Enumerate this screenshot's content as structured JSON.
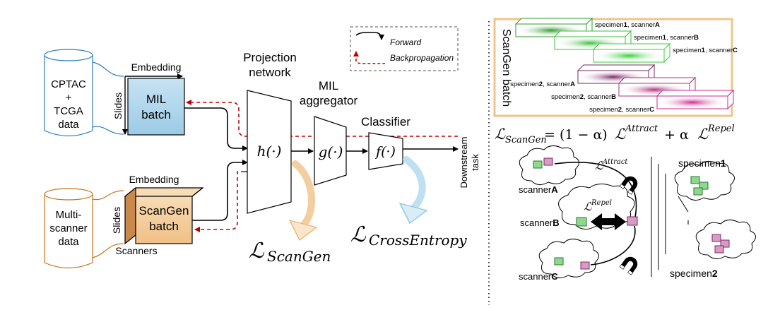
{
  "legend": {
    "forward": "Forward",
    "backprop": "Backpropagation"
  },
  "sources": {
    "top_lines": [
      "CPTAC",
      "+",
      "TCGA",
      "data"
    ],
    "bottom_lines": [
      "Multi-",
      "scanner",
      "data"
    ]
  },
  "mil_batch": {
    "embedding_label": "Embedding",
    "slides_label": "Slides",
    "lines": [
      "MIL",
      "batch"
    ],
    "color": "#aed6ec"
  },
  "scangen_batch": {
    "embedding_label": "Embedding",
    "slides_label": "Slides",
    "scanners_label": "Scanners",
    "lines": [
      "ScanGen",
      "batch"
    ],
    "color": "#f5cfa0"
  },
  "pipeline": {
    "projection_lines": [
      "Projection",
      "network"
    ],
    "projection_fn": "h(·)",
    "mil_agg_lines": [
      "MIL",
      "aggregator"
    ],
    "mil_agg_fn": "g(·)",
    "classifier_label": "Classifier",
    "classifier_fn": "f(·)",
    "output_lines": [
      "Downstream",
      "task"
    ]
  },
  "losses": {
    "scangen": "ScanGen",
    "cross_entropy": "CrossEntropy"
  },
  "batch_panel": {
    "title": "ScanGen batch",
    "rows": [
      {
        "specimen": "1",
        "scanner": "A",
        "color": "#2f9a2f"
      },
      {
        "specimen": "1",
        "scanner": "B",
        "color": "#3bbf3b"
      },
      {
        "specimen": "1",
        "scanner": "C",
        "color": "#36cf36"
      },
      {
        "specimen": "2",
        "scanner": "A",
        "color": "#7b2a66"
      },
      {
        "specimen": "2",
        "scanner": "B",
        "color": "#b0307f"
      },
      {
        "specimen": "2",
        "scanner": "C",
        "color": "#cc2a8c"
      }
    ]
  },
  "equation": {
    "lhs_sub": "ScanGen",
    "middle": " = (1 − α)",
    "attract": "Attract",
    "plus": " + α",
    "repel": "Repel"
  },
  "bottom_panel": {
    "scanner_a": "A",
    "scanner_b": "B",
    "scanner_c": "C",
    "scanner_word": "scanner",
    "specimen_word": "specimen",
    "specimen_1": "1",
    "specimen_2": "2",
    "attract_sup": "Attract",
    "repel_sup": "Repel"
  }
}
